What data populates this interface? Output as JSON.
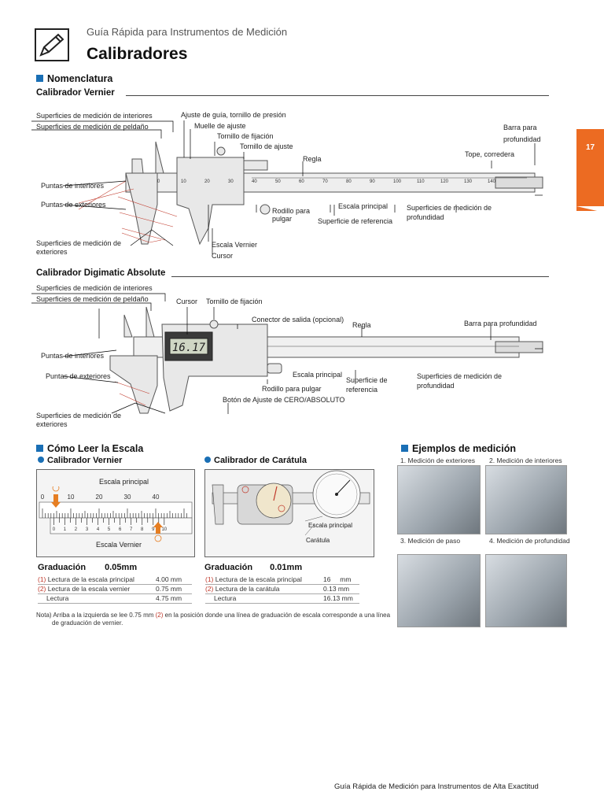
{
  "header": {
    "subtitle": "Guía Rápida para Instrumentos de Medición",
    "title": "Calibradores",
    "page_number": "17"
  },
  "nomenclatura": {
    "section": "Nomenclatura",
    "vernier": {
      "title": "Calibrador Vernier",
      "labels": {
        "sup_interiores": "Superficies de medición de interiores",
        "sup_peldano": "Superficies de medición de peldaño",
        "ajuste_guia": "Ajuste de guía, tornillo de presión",
        "muelle": "Muelle de ajuste",
        "tornillo_fijacion": "Tornillo de fijación",
        "tornillo_ajuste": "Tornillo de ajuste",
        "regla": "Regla",
        "tope": "Tope, corredera",
        "barra": "Barra para profundidad",
        "puntas_int": "Puntas de interiores",
        "puntas_ext": "Puntas de exteriores",
        "rodillo": "Rodillo para pulgar",
        "escala_principal": "Escala principal",
        "sup_referencia": "Superficie de referencia",
        "sup_profundidad": "Superficies de medición de profundidad",
        "sup_exteriores": "Superficies de medición de exteriores",
        "escala_vernier": "Escala Vernier",
        "cursor": "Cursor"
      }
    },
    "digimatic": {
      "title": "Calibrador Digimatic Absolute",
      "display": "16.17",
      "labels": {
        "sup_interiores": "Superficies de medición de interiores",
        "sup_peldano": "Superficies de medición de peldaño",
        "cursor": "Cursor",
        "tornillo_fijacion": "Tornillo de fijación",
        "conector": "Conector de salida (opcional)",
        "regla": "Regla",
        "barra": "Barra para profundidad",
        "puntas_int": "Puntas de interiores",
        "puntas_ext": "Puntas de exteriores",
        "escala_principal": "Escala principal",
        "sup_referencia": "Superficie de referencia",
        "sup_profundidad": "Superficies de medición de profundidad",
        "rodillo": "Rodillo para pulgar",
        "boton": "Botón de Ajuste de CERO/ABSOLUTO",
        "sup_exteriores": "Superficies de medición de exteriores"
      }
    }
  },
  "leer": {
    "section": "Cómo Leer la Escala",
    "vernier": {
      "title": "Calibrador Vernier",
      "escala_principal": "Escala principal",
      "escala_vernier": "Escala Vernier",
      "main_ticks": [
        "0",
        "10",
        "20",
        "30",
        "40"
      ],
      "vernier_ticks": [
        "0",
        "1",
        "2",
        "3",
        "4",
        "5",
        "6",
        "7",
        "8",
        "9",
        "10"
      ],
      "graduacion": "Graduación",
      "grad_value": "0.05mm",
      "rows": [
        {
          "n": "(1)",
          "label": "Lectura de la escala principal",
          "value": "4.00 mm"
        },
        {
          "n": "(2)",
          "label": "Lectura de la escala vernier",
          "value": "0.75 mm"
        },
        {
          "n": "",
          "label": "Lectura",
          "value": "4.75 mm"
        }
      ]
    },
    "caratula": {
      "title": "Calibrador de Carátula",
      "escala_principal": "Escala principal",
      "caratula": "Carátula",
      "graduacion": "Graduación",
      "grad_value": "0.01mm",
      "rows": [
        {
          "n": "(1)",
          "label": "Lectura de la escala principal",
          "value": "16     mm"
        },
        {
          "n": "(2)",
          "label": "Lectura de la carátula",
          "value": "0.13 mm"
        },
        {
          "n": "",
          "label": "Lectura",
          "value": "16.13 mm"
        }
      ]
    },
    "nota": {
      "prefix": "Nota) Arriba a la izquierda se lee 0.75 mm ",
      "n": "(2)",
      "suffix": " en la posición donde una línea de graduación de escala corresponde a una línea",
      "line2": "de graduación de vernier."
    }
  },
  "ejemplos": {
    "section": "Ejemplos de medición",
    "items": [
      "1. Medición de exteriores",
      "2. Medición de interiores",
      "3. Medición de paso",
      "4. Medición de profundidad"
    ]
  },
  "footer": "Guía Rápida de Medición para  Instrumentos de Alta Exactitud"
}
